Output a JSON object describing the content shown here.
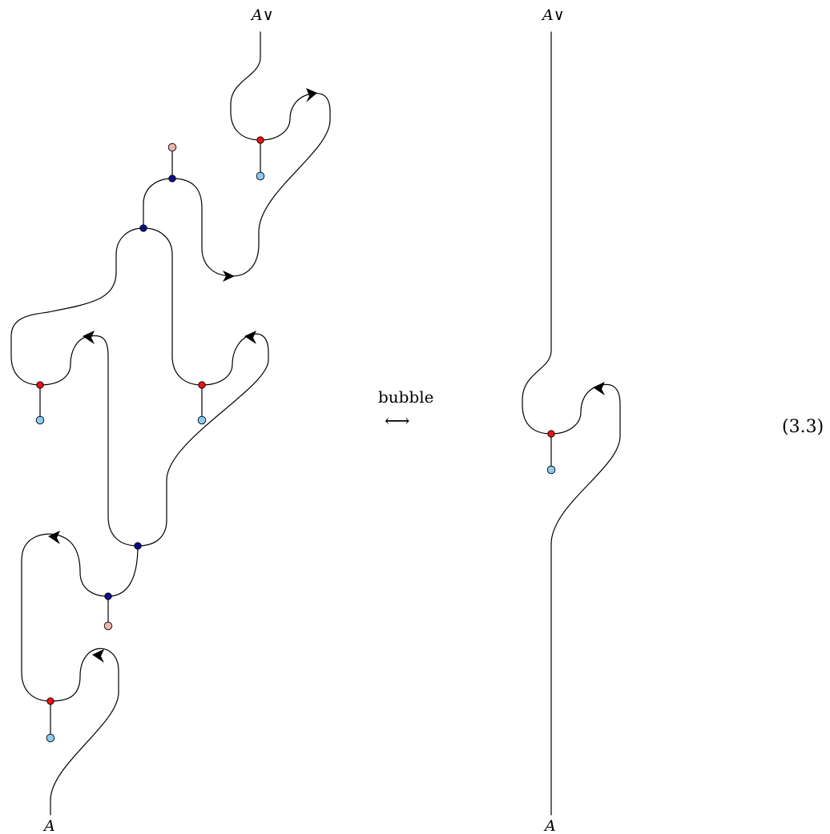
{
  "labels": {
    "top_left": "A∨",
    "bottom_left": "A",
    "top_right": "A∨",
    "bottom_right": "A",
    "relation": "bubble",
    "relation_arrow": "⟷",
    "equation_number": "(3.3)"
  },
  "colors": {
    "wire": "#000000",
    "red": "#ee1111",
    "light_blue": "#8ccbf2",
    "dark_blue": "#0b0b8a",
    "pink": "#f2b3ad"
  }
}
